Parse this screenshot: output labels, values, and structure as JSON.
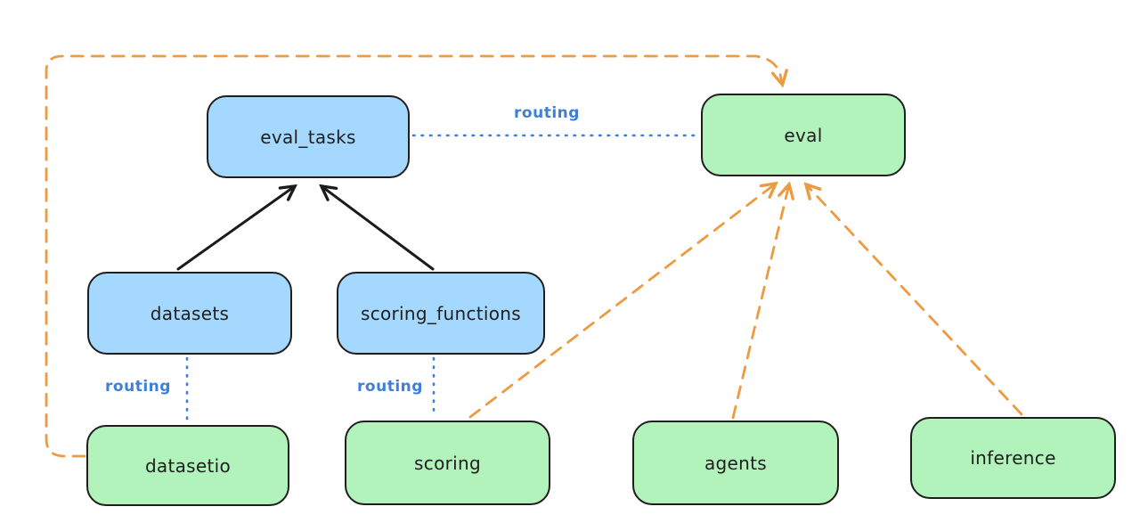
{
  "diagram": {
    "kind": "architecture-graph",
    "background": "#ffffff",
    "colors": {
      "api_fill": "#a5d8ff",
      "provider_fill": "#b2f2bb",
      "node_stroke": "#1e1e1e",
      "black_edge": "#1b1b1b",
      "routing_edge": "#3d7fd9",
      "dashed_edge": "#ec9b40"
    },
    "nodes": [
      {
        "id": "eval_tasks",
        "label": "eval_tasks",
        "color": "blue"
      },
      {
        "id": "eval",
        "label": "eval",
        "color": "green"
      },
      {
        "id": "datasets",
        "label": "datasets",
        "color": "blue"
      },
      {
        "id": "scoring_functions",
        "label": "scoring_functions",
        "color": "blue"
      },
      {
        "id": "datasetio",
        "label": "datasetio",
        "color": "green"
      },
      {
        "id": "scoring",
        "label": "scoring",
        "color": "green"
      },
      {
        "id": "agents",
        "label": "agents",
        "color": "green"
      },
      {
        "id": "inference",
        "label": "inference",
        "color": "green"
      }
    ],
    "edges": [
      {
        "from": "datasets",
        "to": "eval_tasks",
        "style": "solid-black-arrow",
        "label": ""
      },
      {
        "from": "scoring_functions",
        "to": "eval_tasks",
        "style": "solid-black-arrow",
        "label": ""
      },
      {
        "from": "eval_tasks",
        "to": "eval",
        "style": "dotted-blue",
        "label": "routing"
      },
      {
        "from": "datasets",
        "to": "datasetio",
        "style": "dotted-blue",
        "label": "routing"
      },
      {
        "from": "scoring_functions",
        "to": "scoring",
        "style": "dotted-blue",
        "label": "routing"
      },
      {
        "from": "datasetio",
        "to": "eval",
        "style": "dashed-orange-arrow",
        "label": ""
      },
      {
        "from": "scoring",
        "to": "eval",
        "style": "dashed-orange-arrow",
        "label": ""
      },
      {
        "from": "agents",
        "to": "eval",
        "style": "dashed-orange-arrow",
        "label": ""
      },
      {
        "from": "inference",
        "to": "eval",
        "style": "dashed-orange-arrow",
        "label": ""
      }
    ]
  }
}
